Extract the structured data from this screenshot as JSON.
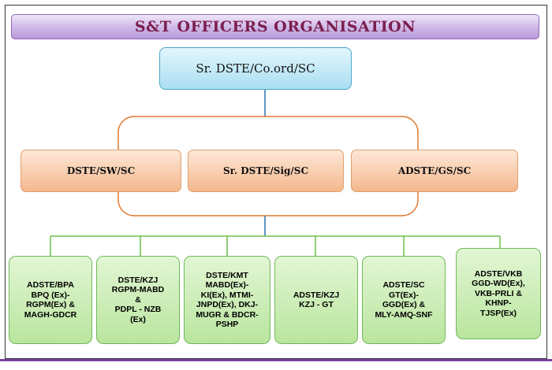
{
  "title": "S&T OFFICERS ORGANISATION",
  "top": "Sr. DSTE/Co.ord/SC",
  "middle": [
    "DSTE/SW/SC",
    "Sr. DSTE/Sig/SC",
    "ADSTE/GS/SC"
  ],
  "bottom": [
    {
      "head": "ADSTE/BPA",
      "lines": [
        "BPQ (Ex)-",
        "RGPM(Ex) &",
        "MAGH-GDCR"
      ]
    },
    {
      "head": "DSTE/KZJ",
      "lines": [
        "RGPM-MABD",
        "&",
        "PDPL - NZB",
        "(Ex)"
      ]
    },
    {
      "head": "DSTE/KMT",
      "lines": [
        "MABD(Ex)-",
        "KI(Ex), MTMI-",
        "JNPD(Ex),  DKJ-",
        "MUGR & BDCR-",
        "PSHP"
      ]
    },
    {
      "head": "ADSTE/KZJ",
      "lines": [
        "KZJ - GT"
      ]
    },
    {
      "head": "ADSTE/SC",
      "lines": [
        "GT(Ex)-",
        "GGD(Ex) &",
        "MLY-AMQ-SNF"
      ]
    },
    {
      "head": "ADSTE/VKB",
      "lines": [
        "GGD-WD(Ex),",
        "VKB-PRLI &",
        "KHNP-",
        "TJSP(Ex)"
      ]
    }
  ]
}
